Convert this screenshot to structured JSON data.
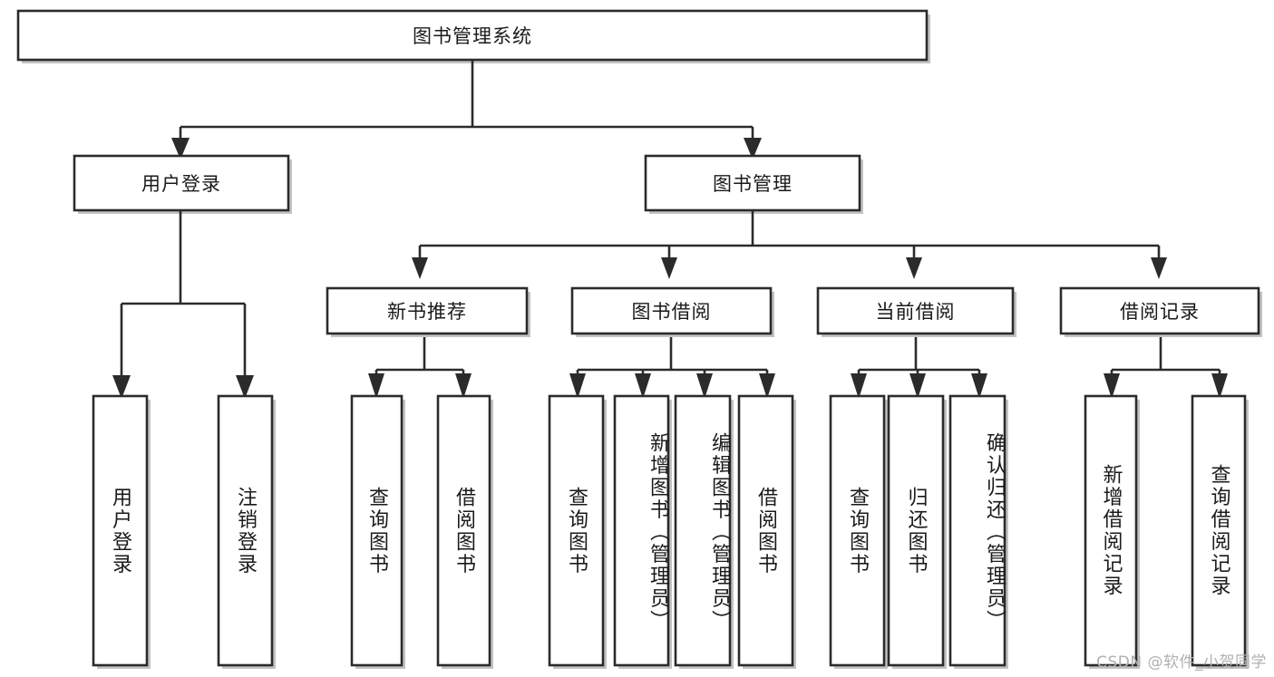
{
  "diagram": {
    "type": "tree",
    "title": "图书管理系统",
    "orientation": "top-down",
    "watermark": "CSDN @软件_小贺同学",
    "colors": {
      "box_stroke": "#2b2b2b",
      "box_fill": "#ffffff",
      "text": "#1a1a1a",
      "shadow": "#b9b9b9",
      "watermark": "#b0b0b0",
      "background": "#ffffff"
    },
    "nodes": {
      "root": {
        "label": "图书管理系统",
        "level": 1,
        "text_direction": "horizontal"
      },
      "l2": [
        {
          "id": "user-login",
          "label": "用户登录",
          "level": 2,
          "text_direction": "horizontal"
        },
        {
          "id": "book-manage",
          "label": "图书管理",
          "level": 2,
          "text_direction": "horizontal"
        }
      ],
      "l3": [
        {
          "id": "new-book-rec",
          "label": "新书推荐",
          "level": 3,
          "text_direction": "horizontal",
          "parent": "book-manage"
        },
        {
          "id": "book-borrow",
          "label": "图书借阅",
          "level": 3,
          "text_direction": "horizontal",
          "parent": "book-manage"
        },
        {
          "id": "current-borrow",
          "label": "当前借阅",
          "level": 3,
          "text_direction": "horizontal",
          "parent": "book-manage"
        },
        {
          "id": "borrow-record",
          "label": "借阅记录",
          "level": 3,
          "text_direction": "horizontal",
          "parent": "book-manage"
        }
      ],
      "leaves": [
        {
          "id": "leaf-user-login",
          "label": "用户登录",
          "parent": "user-login",
          "text_direction": "vertical"
        },
        {
          "id": "leaf-logout",
          "label": "注销登录",
          "parent": "user-login",
          "text_direction": "vertical"
        },
        {
          "id": "leaf-query-book-1",
          "label": "查询图书",
          "parent": "new-book-rec",
          "text_direction": "vertical"
        },
        {
          "id": "leaf-borrow-book-1",
          "label": "借阅图书",
          "parent": "new-book-rec",
          "text_direction": "vertical"
        },
        {
          "id": "leaf-query-book-2",
          "label": "查询图书",
          "parent": "book-borrow",
          "text_direction": "vertical"
        },
        {
          "id": "leaf-add-book",
          "label": "新增图书（管理员）",
          "parent": "book-borrow",
          "text_direction": "vertical"
        },
        {
          "id": "leaf-edit-book",
          "label": "编辑图书（管理员）",
          "parent": "book-borrow",
          "text_direction": "vertical"
        },
        {
          "id": "leaf-borrow-book-2",
          "label": "借阅图书",
          "parent": "book-borrow",
          "text_direction": "vertical"
        },
        {
          "id": "leaf-query-book-3",
          "label": "查询图书",
          "parent": "current-borrow",
          "text_direction": "vertical"
        },
        {
          "id": "leaf-return-book",
          "label": "归还图书",
          "parent": "current-borrow",
          "text_direction": "vertical"
        },
        {
          "id": "leaf-confirm-return",
          "label": "确认归还（管理员）",
          "parent": "current-borrow",
          "text_direction": "vertical"
        },
        {
          "id": "leaf-add-record",
          "label": "新增借阅记录",
          "parent": "borrow-record",
          "text_direction": "vertical"
        },
        {
          "id": "leaf-query-record",
          "label": "查询借阅记录",
          "parent": "borrow-record",
          "text_direction": "vertical"
        }
      ]
    }
  }
}
